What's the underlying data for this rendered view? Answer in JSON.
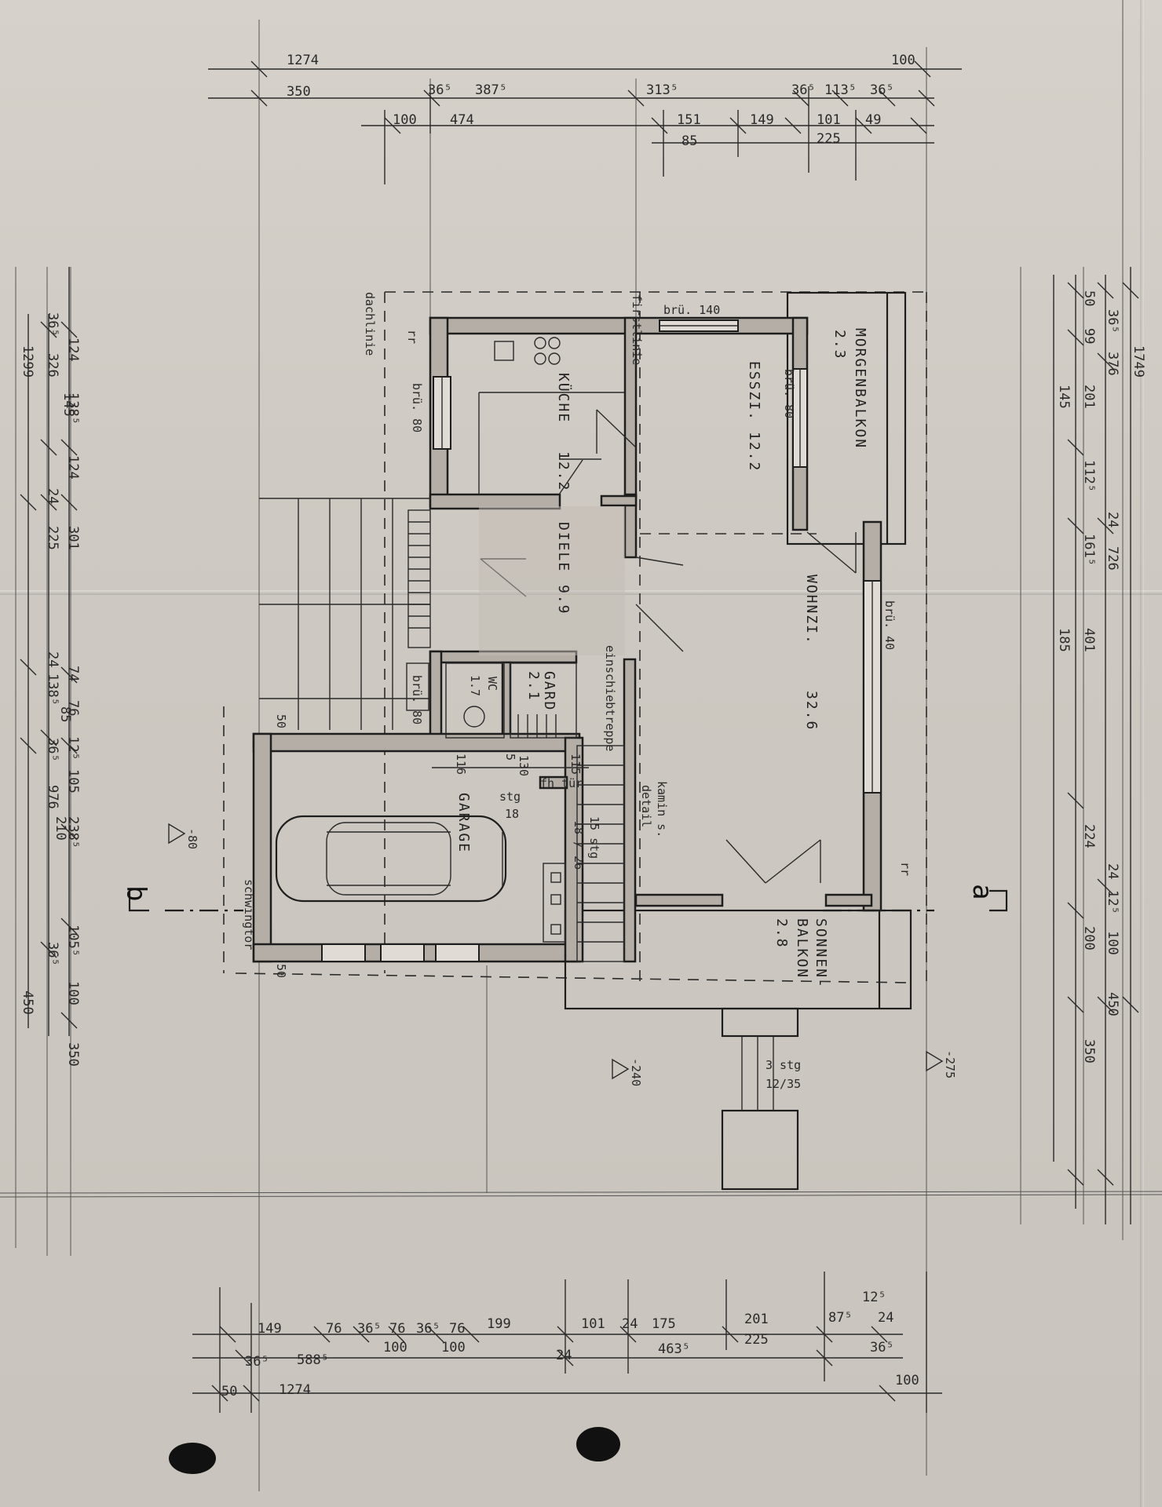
{
  "rooms": {
    "morgenbalkon": "MORGENBALKON",
    "morgenbalkon_area": "2.3",
    "esszi": "ESSZI.",
    "esszi_area": "12.2",
    "kueche": "KÜCHE",
    "kueche_area": "12.2",
    "diele": "DIELE",
    "diele_area": "9.9",
    "wohnzi": "WOHNZI.",
    "wohnzi_area": "32.6",
    "gard": "GARD",
    "gard_area": "2.1",
    "wc": "WC",
    "wc_area": "1.7",
    "garage": "GARAGE",
    "sonnenbalkon_1": "SONNEN-",
    "sonnenbalkon_2": "BALKON",
    "sonnenbalkon_area": "2.8"
  },
  "notes": {
    "dachlinie": "dachlinie",
    "firstlinie": "firstlinie",
    "schwingtor": "schwingtor",
    "einschiebtreppe": "einschiebtreppe",
    "kamin_1": "kamin s.",
    "kamin_2": "detail",
    "bru140": "brü. 140",
    "bru80_esszi": "brü. 80",
    "bru80_kueche": "brü. 80",
    "bru80_wc": "brü. 80",
    "bru40": "brü. 40",
    "stg_inner": "15 stg",
    "stg_inner_dim": "18 / 26",
    "stg_garage": "stg",
    "stg_garage_num": "18",
    "stg_outer": "3 stg",
    "stg_outer_dim": "12/35",
    "fh_tur": "fh tür",
    "rr_1": "rr",
    "rr_2": "rr",
    "lvl_80": "-80",
    "lvl_240": "-240",
    "lvl_275": "-275",
    "sec_a": "a",
    "sec_b": "b"
  },
  "dims_top": {
    "row1_total": "1274",
    "row1_right": "100",
    "row2_a": "350",
    "row2_b": "36⁵",
    "row2_c": "387⁵",
    "row2_d": "313⁵",
    "row2_e": "36⁵",
    "row2_f": "113⁵",
    "row2_g": "36⁵",
    "row3_a": "100",
    "row3_b": "474",
    "row3_c": "151",
    "row3_d": "149",
    "row3_e": "101",
    "row3_f": "49",
    "row4_a": "85",
    "row4_b": "225"
  },
  "dims_bottom": {
    "row1_a": "149",
    "row1_b": "76",
    "row1_c": "36⁵",
    "row1_d": "76",
    "row1_e": "36⁵",
    "row1_f": "76",
    "row1_g": "199",
    "row1_h": "101",
    "row1_i": "24",
    "row1_j": "175",
    "row1_k": "201",
    "row1_l": "87⁵",
    "row1_m": "12⁵",
    "row1_n": "24",
    "row2_a": "36⁵",
    "row2_b": "588⁵",
    "row2_c": "100",
    "row2_d": "100",
    "row2_e": "24",
    "row2_f": "463⁵",
    "row2_g": "225",
    "row2_h": "36⁵",
    "row3_a": "50",
    "row3_b": "1274",
    "row3_c": "100"
  },
  "dims_right": {
    "total": "1749",
    "a": "36⁵",
    "b": "376",
    "c": "50",
    "d": "99",
    "e": "201",
    "f": "145",
    "g": "112⁵",
    "h": "24",
    "i": "726",
    "j": "161⁵",
    "k": "401",
    "l": "185",
    "m": "224",
    "n": "24",
    "o": "12⁵",
    "p": "100",
    "q": "200",
    "r": "450",
    "s": "350"
  },
  "dims_left": {
    "a": "124",
    "b": "138⁵",
    "c": "36⁵",
    "d": "326",
    "e": "145",
    "f": "1299",
    "g": "124",
    "h": "24",
    "i": "225",
    "j": "301",
    "k": "74",
    "l": "76",
    "m": "12⁵",
    "n": "24",
    "o": "138⁵",
    "p": "85",
    "q": "36⁵",
    "r": "105",
    "s": "976",
    "t": "210",
    "u": "238⁵",
    "v": "105⁵",
    "w": "36⁵",
    "x": "100",
    "y": "350",
    "z": "450"
  },
  "dims_inner": {
    "a": "116",
    "b": "5",
    "c": "130",
    "d": "115",
    "e": "50",
    "f": "50"
  }
}
